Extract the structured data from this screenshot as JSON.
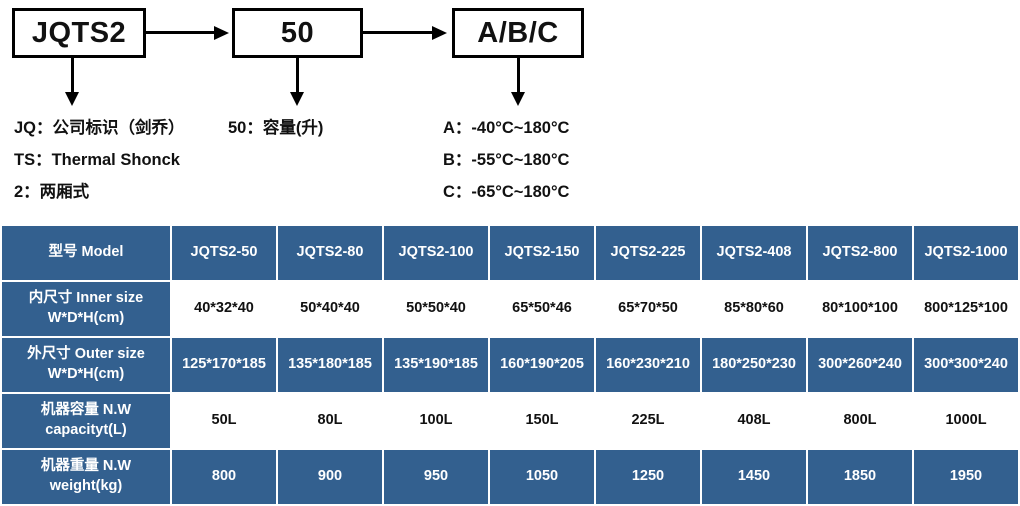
{
  "diagram": {
    "boxes": [
      {
        "id": "model",
        "label": "JQTS2"
      },
      {
        "id": "capacity",
        "label": "50"
      },
      {
        "id": "temp",
        "label": "A/B/C"
      }
    ],
    "legend_left": [
      "JQ：公司标识（剑乔）",
      "TS：Thermal Shonck",
      "2：两厢式"
    ],
    "legend_capacity": [
      "50：容量(升)"
    ],
    "legend_temp": [
      "A：-40°C~180°C",
      "B：-55°C~180°C",
      "C：-65°C~180°C"
    ]
  },
  "table": {
    "header": {
      "label": "型号 Model",
      "models": [
        "JQTS2-50",
        "JQTS2-80",
        "JQTS2-100",
        "JQTS2-150",
        "JQTS2-225",
        "JQTS2-408",
        "JQTS2-800",
        "JQTS2-1000"
      ]
    },
    "rows": [
      {
        "label_line1": "内尺寸 Inner size",
        "label_line2": "W*D*H(cm)",
        "style": "white",
        "values": [
          "40*32*40",
          "50*40*40",
          "50*50*40",
          "65*50*46",
          "65*70*50",
          "85*80*60",
          "80*100*100",
          "800*125*100"
        ]
      },
      {
        "label_line1": "外尺寸 Outer size",
        "label_line2": "W*D*H(cm)",
        "style": "blue",
        "values": [
          "125*170*185",
          "135*180*185",
          "135*190*185",
          "160*190*205",
          "160*230*210",
          "180*250*230",
          "300*260*240",
          "300*300*240"
        ]
      },
      {
        "label_line1": "机器容量 N.W",
        "label_line2": "capacityt(L)",
        "style": "white",
        "values": [
          "50L",
          "80L",
          "100L",
          "150L",
          "225L",
          "408L",
          "800L",
          "1000L"
        ]
      },
      {
        "label_line1": "机器重量 N.W",
        "label_line2": "weight(kg)",
        "style": "blue",
        "values": [
          "800",
          "900",
          "950",
          "1050",
          "1250",
          "1450",
          "1850",
          "1950"
        ]
      }
    ]
  },
  "colors": {
    "table_blue": "#33608f",
    "text_dark": "#111111",
    "background": "#ffffff"
  }
}
